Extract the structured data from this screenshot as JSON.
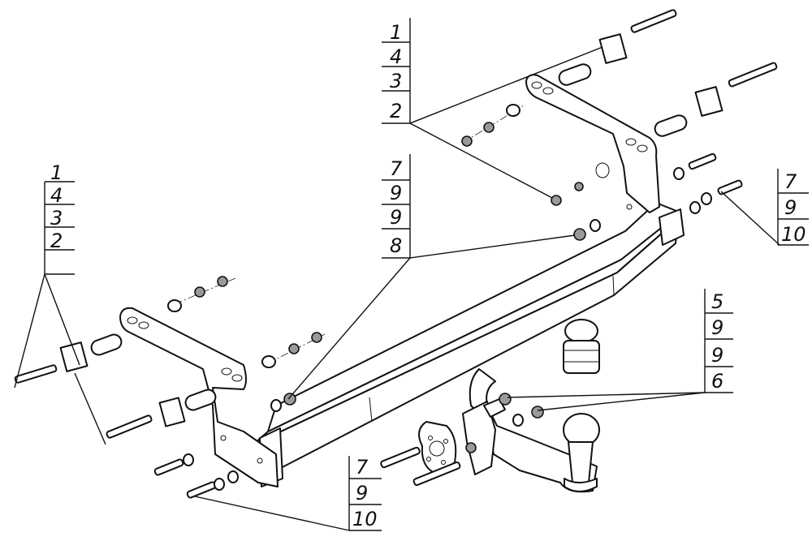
{
  "callouts": [
    {
      "id": "callout-top-left",
      "labels": [
        "1",
        "4",
        "3",
        "2"
      ]
    },
    {
      "id": "callout-top-center",
      "labels": [
        "1",
        "4",
        "3",
        "2"
      ]
    },
    {
      "id": "callout-center",
      "labels": [
        "7",
        "9",
        "9",
        "8"
      ]
    },
    {
      "id": "callout-right",
      "labels": [
        "7",
        "9",
        "10"
      ]
    },
    {
      "id": "callout-ball",
      "labels": [
        "5",
        "9",
        "9",
        "6"
      ]
    },
    {
      "id": "callout-bottom",
      "labels": [
        "7",
        "9",
        "10"
      ]
    }
  ]
}
